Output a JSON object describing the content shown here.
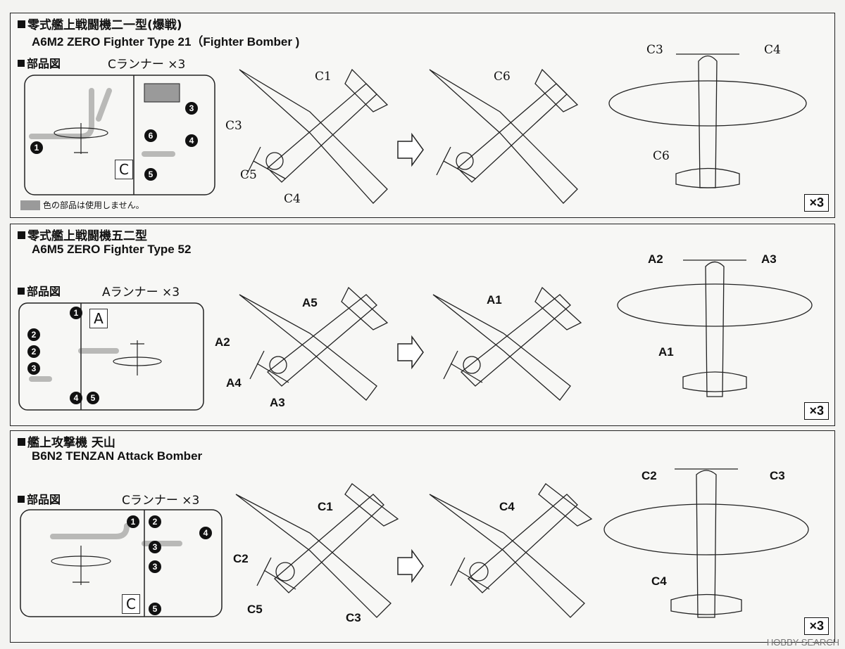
{
  "sections": [
    {
      "title_jp": "零式艦上戦闘機二一型(爆戦)",
      "title_en": "A6M2 ZERO Fighter Type 21（Fighter Bomber )",
      "parts_label": "部品図",
      "runner_label": "Cランナー ×3",
      "runner_letter": "C",
      "part_numbers": [
        "1",
        "3",
        "4",
        "5",
        "6"
      ],
      "unused_note": "色の部品は使用しません。",
      "step1_labels": [
        "C1",
        "C3",
        "C5",
        "C4"
      ],
      "step2_labels": [
        "C6"
      ],
      "step3_labels": [
        "C3",
        "C4",
        "C6"
      ],
      "multiplier": "×3"
    },
    {
      "title_jp": "零式艦上戦闘機五二型",
      "title_en": "A6M5 ZERO Fighter Type 52",
      "parts_label": "部品図",
      "runner_label": "Aランナー ×3",
      "runner_letter": "A",
      "part_numbers": [
        "1",
        "2",
        "2",
        "3",
        "4",
        "5"
      ],
      "step1_labels": [
        "A5",
        "A2",
        "A4",
        "A3"
      ],
      "step2_labels": [
        "A1"
      ],
      "step3_labels": [
        "A2",
        "A3",
        "A1"
      ],
      "multiplier": "×3"
    },
    {
      "title_jp": "艦上攻撃機 天山",
      "title_en": "B6N2 TENZAN Attack Bomber",
      "parts_label": "部品図",
      "runner_label": "Cランナー ×3",
      "runner_letter": "C",
      "part_numbers": [
        "1",
        "2",
        "3",
        "3",
        "4",
        "5"
      ],
      "step1_labels": [
        "C1",
        "C2",
        "C5",
        "C3"
      ],
      "step2_labels": [
        "C4"
      ],
      "step3_labels": [
        "C2",
        "C3",
        "C4"
      ],
      "multiplier": "×3"
    }
  ],
  "watermark": "HOBBY SEARCH"
}
